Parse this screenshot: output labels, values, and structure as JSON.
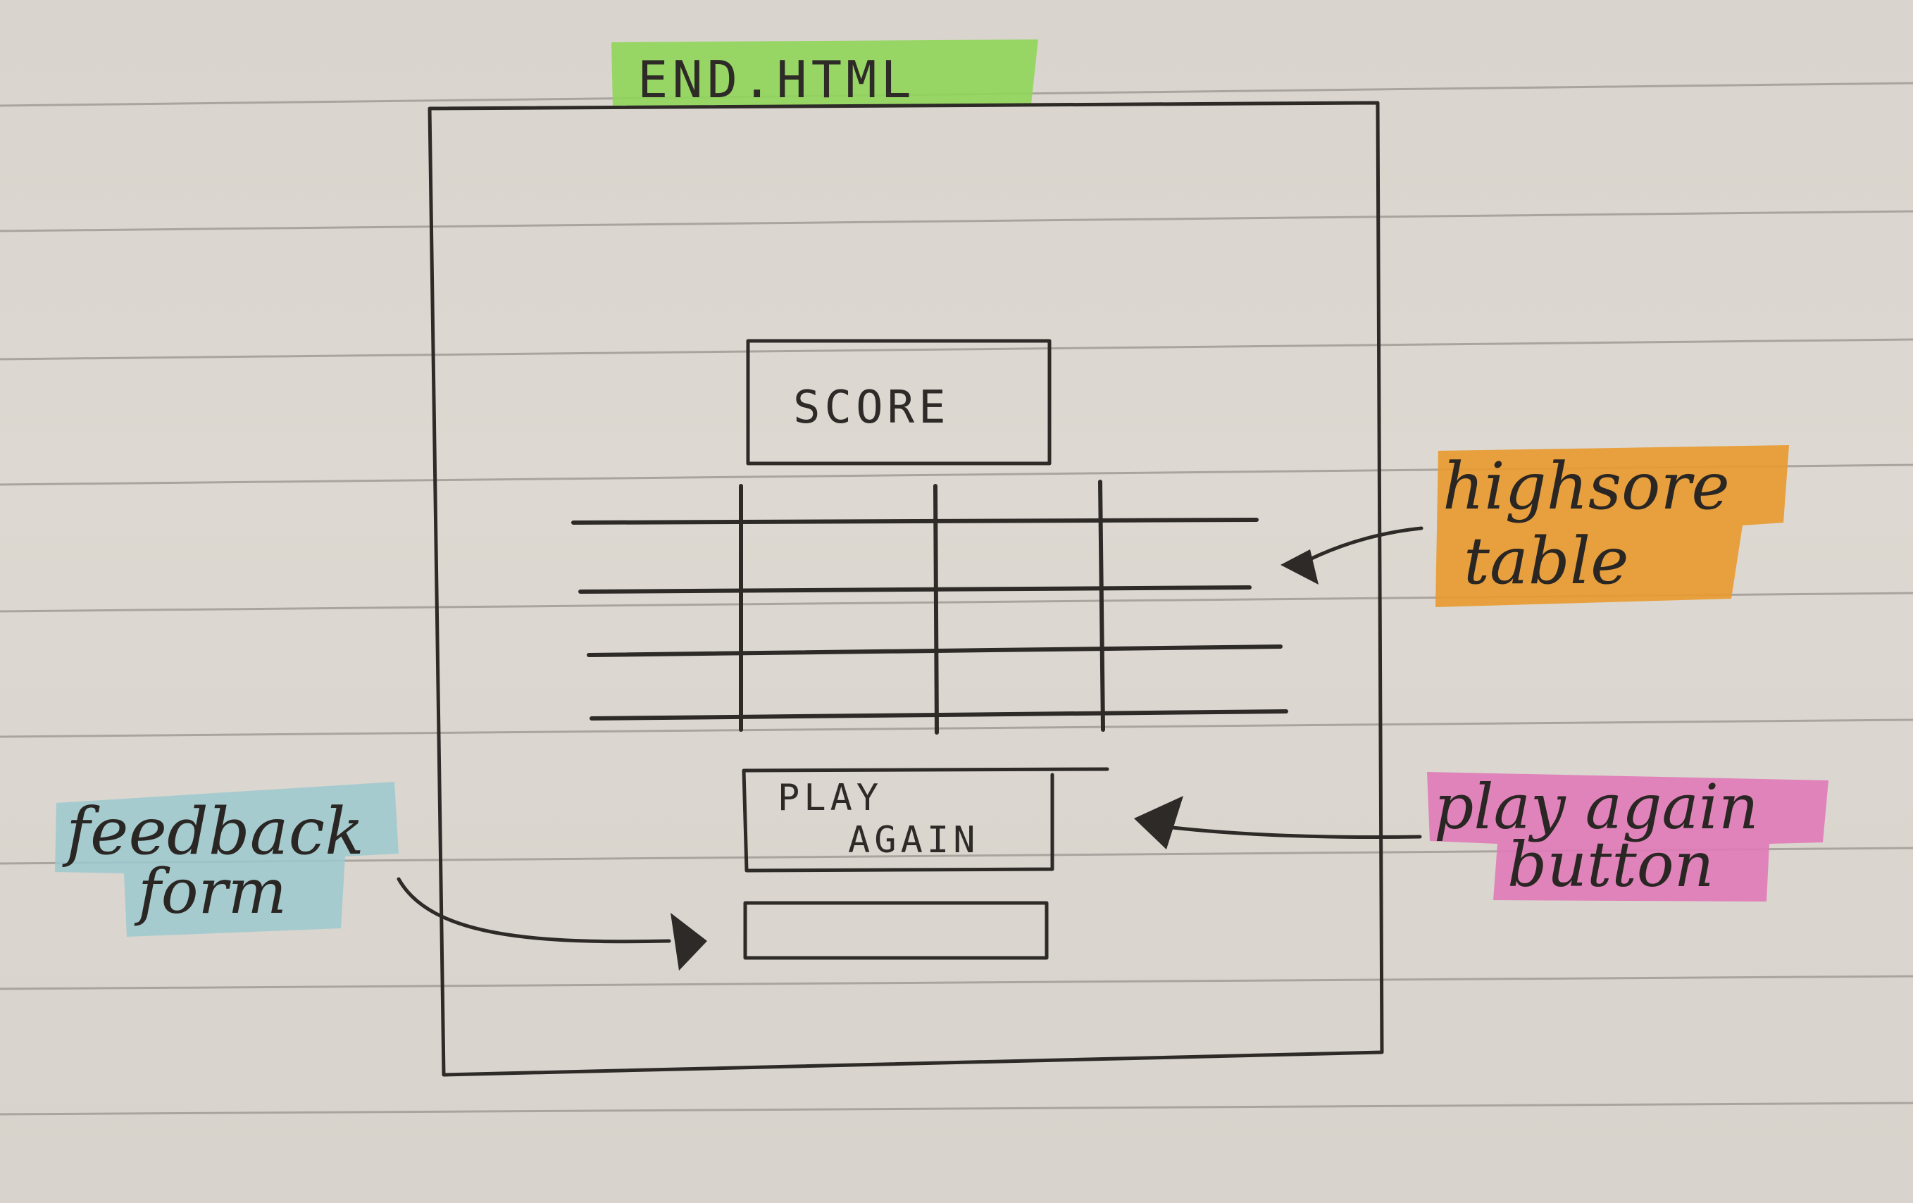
{
  "page_label": "END.HTML",
  "score_label": "SCORE",
  "play_again_line1": "PLAY",
  "play_again_line2": "AGAIN",
  "annotations": {
    "highscore_line1": "highsore",
    "highscore_line2": "table",
    "play_again_line1": "play again",
    "play_again_line2": "button",
    "feedback_line1": "feedback",
    "feedback_line2": "form"
  },
  "colors": {
    "label_highlight": "#8fd65a",
    "highscore_highlight": "#e89a2c",
    "play_again_highlight": "#e07ab8",
    "feedback_highlight": "#9cc9cf"
  }
}
